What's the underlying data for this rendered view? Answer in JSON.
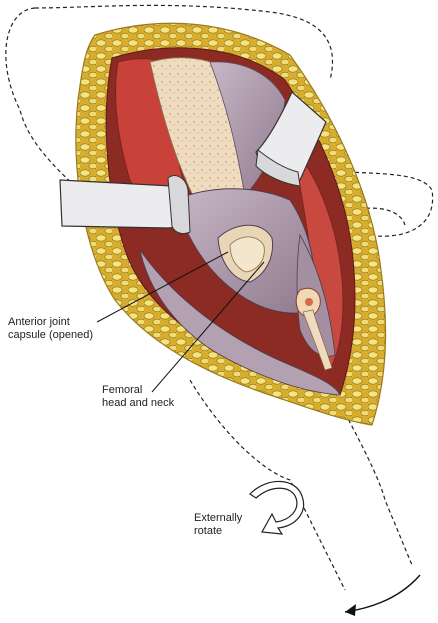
{
  "labels": {
    "anterior_capsule": [
      "Anterior joint",
      "capsule (opened)"
    ],
    "femoral_head": [
      "Femoral",
      "head and neck"
    ],
    "externally_rotate": [
      "Externally",
      "rotate"
    ]
  },
  "colors": {
    "fat": "#e3c24a",
    "fat_lobule": "#f3e07a",
    "muscle_red": "#c43a34",
    "bone": "#efdcc0",
    "capsule": "#a895a6",
    "retractor": "#e8e8ea",
    "outline": "#222222"
  }
}
